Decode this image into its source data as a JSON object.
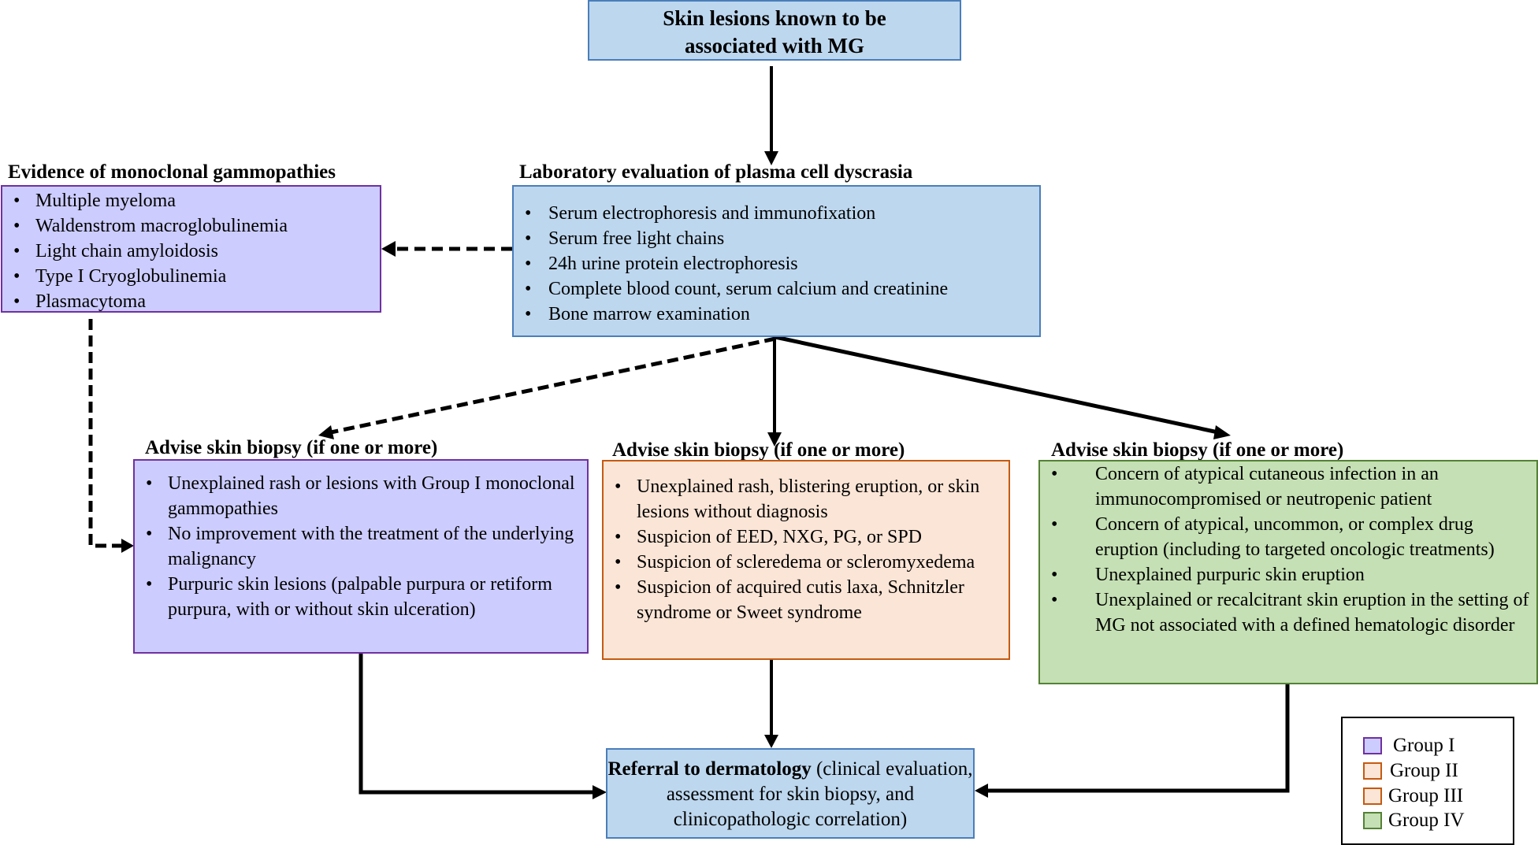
{
  "top_box": {
    "line1": "Skin lesions known to be",
    "line2": "associated with MG"
  },
  "lab": {
    "title": "Laboratory evaluation of plasma cell dyscrasia",
    "items": [
      "Serum electrophoresis and immunofixation",
      "Serum free light chains",
      "24h urine protein electrophoresis",
      "Complete blood count, serum calcium and creatinine",
      "Bone marrow examination"
    ]
  },
  "evidence": {
    "title": "Evidence of monoclonal gammopathies",
    "items": [
      "Multiple myeloma",
      "Waldenstrom macroglobulinemia",
      "Light chain amyloidosis",
      "Type I Cryoglobulinemia",
      "Plasmacytoma"
    ]
  },
  "biopsy_group1": {
    "title": "Advise skin biopsy (if one or more)",
    "items": [
      "Unexplained rash or lesions with Group I monoclonal gammopathies",
      "No improvement with the treatment of the underlying malignancy",
      "Purpuric skin lesions (palpable purpura or retiform purpura, with or without skin ulceration)"
    ]
  },
  "biopsy_group2_3": {
    "title": "Advise skin biopsy (if one or more)",
    "items": [
      "Unexplained rash, blistering eruption, or skin lesions without diagnosis",
      "Suspicion of EED, NXG, PG, or SPD",
      "Suspicion of scleredema or scleromyxedema",
      "Suspicion of acquired cutis laxa, Schnitzler syndrome or Sweet syndrome"
    ]
  },
  "biopsy_group4": {
    "title": "Advise skin biopsy (if one or more)",
    "items": [
      "Concern of atypical cutaneous infection in an immunocompromised or neutropenic patient",
      "Concern of atypical, uncommon, or complex drug eruption (including to targeted oncologic treatments)",
      "Unexplained purpuric skin eruption",
      "Unexplained or recalcitrant skin eruption in the setting of MG not associated with a defined hematologic disorder"
    ]
  },
  "referral": {
    "bold": "Referral to dermatology",
    "rest": " (clinical evaluation, assessment for skin biopsy, and clinicopathologic correlation)"
  },
  "legend": {
    "items": [
      {
        "label": "Group I",
        "fill": "#CCCCFF",
        "border": "#7030A0"
      },
      {
        "label": "Group II",
        "fill": "#FBE5D6",
        "border": "#C55A11"
      },
      {
        "label": "Group III",
        "fill": "#FBE5D6",
        "border": "#C55A11"
      },
      {
        "label": "Group IV",
        "fill": "#C5E0B4",
        "border": "#548235"
      }
    ]
  },
  "colors": {
    "blue_fill": "#BDD7EE",
    "blue_border": "#4A7EBB",
    "group1_fill": "#CCCCFF",
    "group1_border": "#7030A0",
    "group2_3_fill": "#FBE5D6",
    "group2_3_border": "#C55A11",
    "group4_fill": "#C5E0B4",
    "group4_border": "#548235"
  },
  "connectors": [
    {
      "from": "top_box",
      "to": "lab",
      "style": "solid"
    },
    {
      "from": "lab",
      "to": "evidence",
      "style": "dashed"
    },
    {
      "from": "lab",
      "to": "biopsy_group1",
      "style": "dashed"
    },
    {
      "from": "lab",
      "to": "biopsy_group2_3",
      "style": "solid"
    },
    {
      "from": "lab",
      "to": "biopsy_group4",
      "style": "solid"
    },
    {
      "from": "evidence",
      "to": "biopsy_group1",
      "style": "dashed"
    },
    {
      "from": "biopsy_group1",
      "to": "referral",
      "style": "solid"
    },
    {
      "from": "biopsy_group2_3",
      "to": "referral",
      "style": "solid"
    },
    {
      "from": "biopsy_group4",
      "to": "referral",
      "style": "solid"
    }
  ]
}
